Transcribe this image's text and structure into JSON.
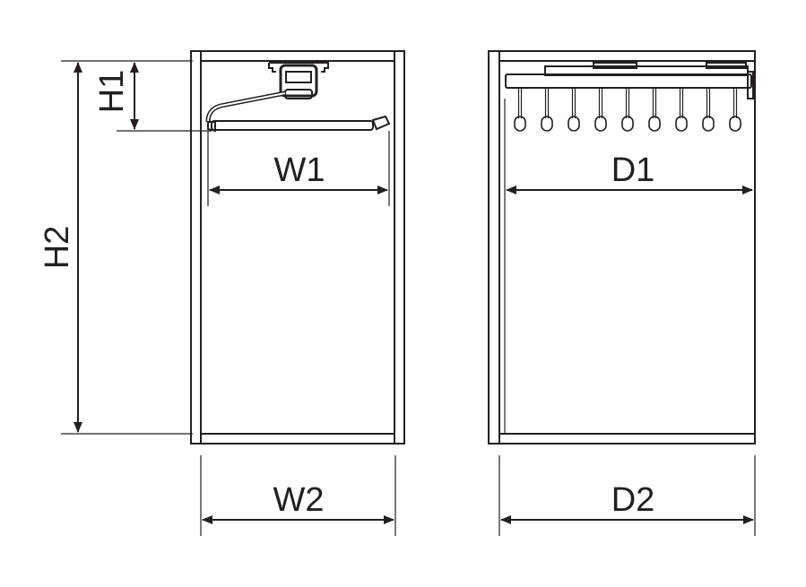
{
  "labels": {
    "h1": "H1",
    "h2": "H2",
    "w1": "W1",
    "w2": "W2",
    "d1": "D1",
    "d2": "D2"
  },
  "colors": {
    "line": "#231f20",
    "background": "#ffffff"
  },
  "hanger_hook_count": 9
}
